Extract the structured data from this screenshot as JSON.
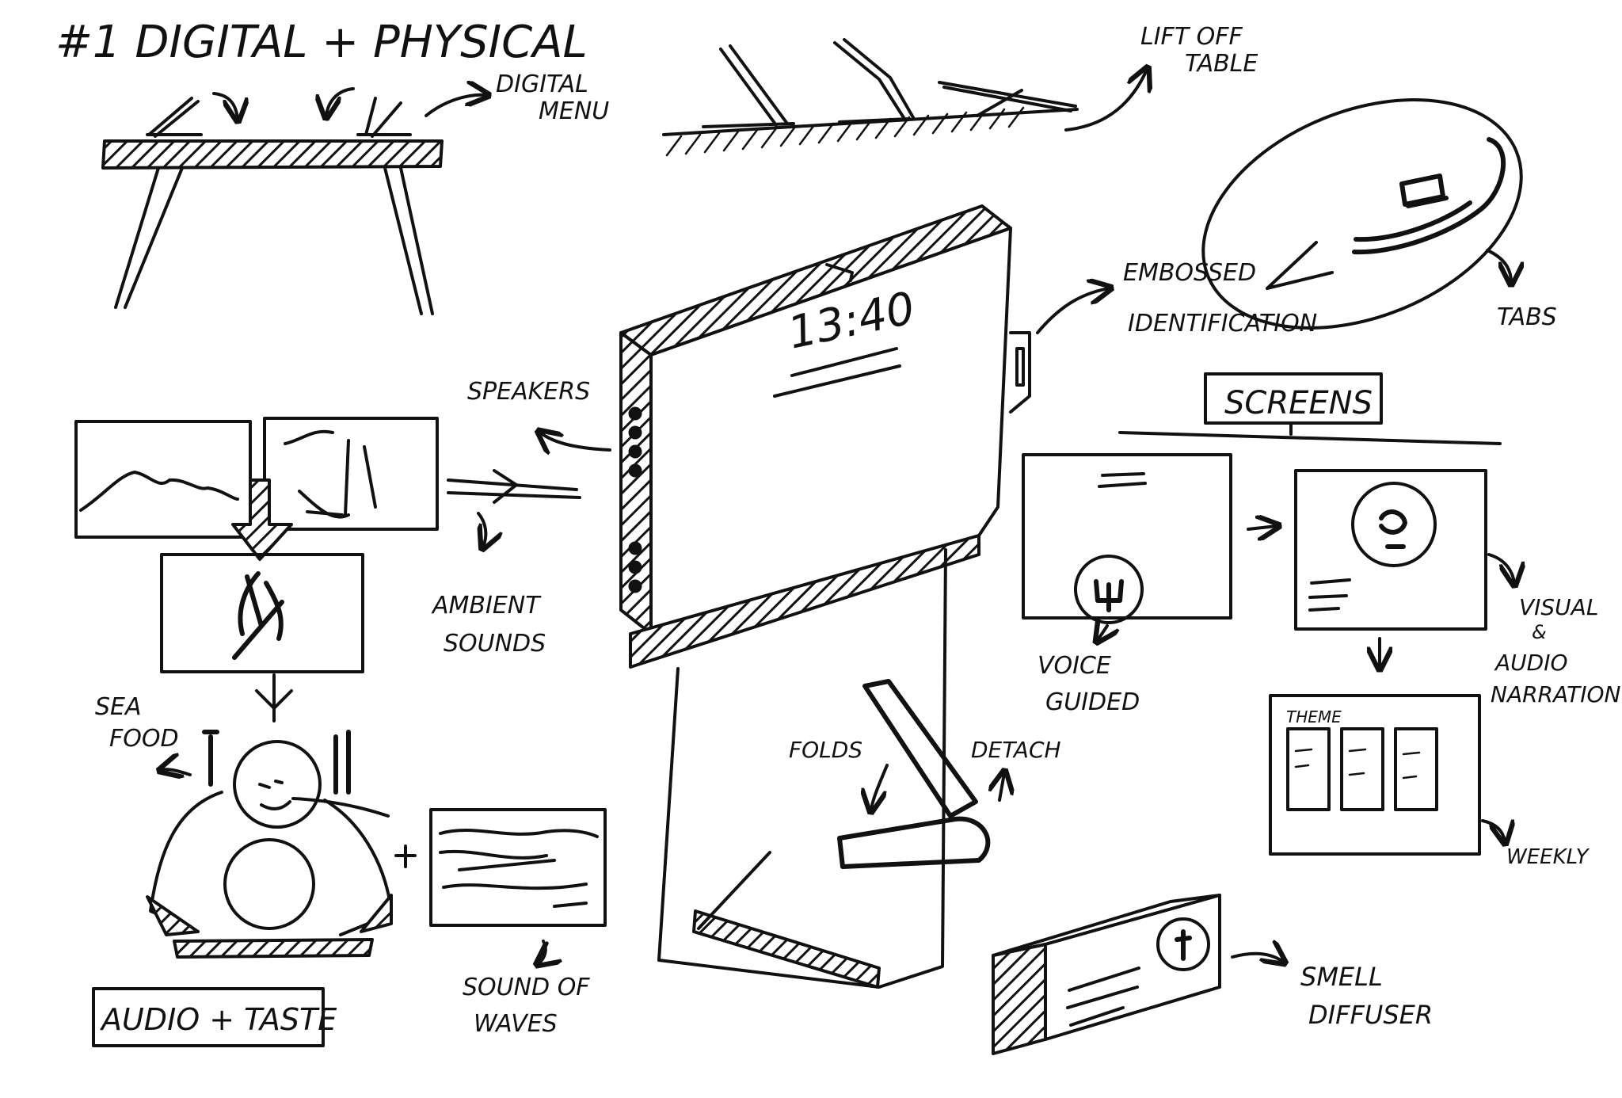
{
  "title": "#1 DIGITAL + PHYSICAL",
  "labels": {
    "digital_menu": [
      "DIGITAL",
      "MENU"
    ],
    "lift_off_table": [
      "LIFT OFF",
      "TABLE"
    ],
    "embossed_identification": [
      "EMBOSSED",
      "IDENTIFICATION"
    ],
    "tabs": "TABS",
    "speakers": "SPEAKERS",
    "clock": "13:40",
    "screens": "SCREENS",
    "ambient_sounds": [
      "AMBIENT",
      "SOUNDS"
    ],
    "voice_guided": [
      "VOICE",
      "GUIDED"
    ],
    "visual_audio_narration": [
      "VISUAL",
      "&",
      "AUDIO",
      "NARRATION"
    ],
    "theme": "THEME",
    "weekly": "WEEKLY",
    "sea_food": [
      "SEA",
      "FOOD"
    ],
    "folds": "FOLDS",
    "detach": "DETACH",
    "audio_taste": "AUDIO + TASTE",
    "sound_of_waves": [
      "SOUND OF",
      "WAVES"
    ],
    "smell_diffuser": [
      "SMELL",
      "DIFFUSER"
    ]
  },
  "colors": {
    "ink": "#111111",
    "paper": "#ffffff"
  }
}
